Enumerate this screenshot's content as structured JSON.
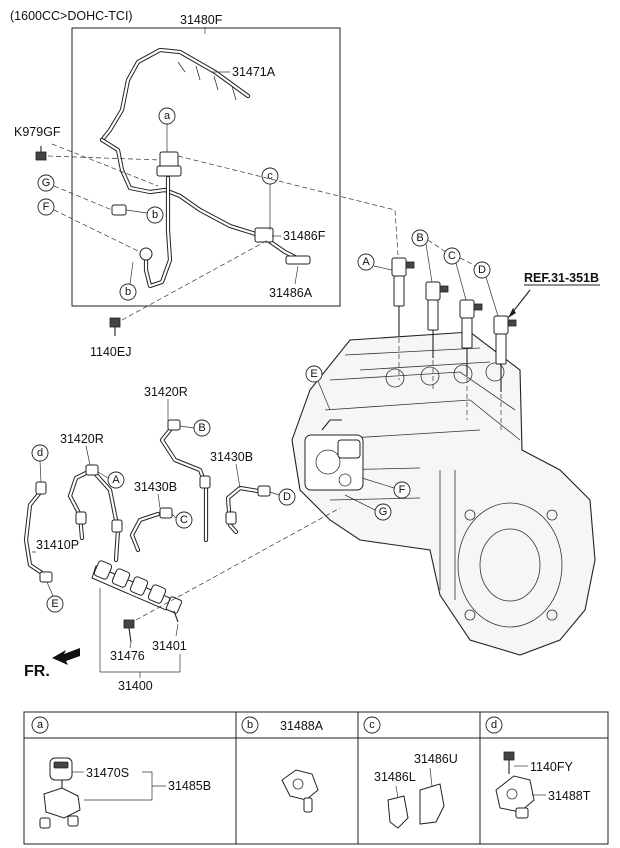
{
  "header": {
    "title": "(1600CC>DOHC-TCI)"
  },
  "labels": {
    "p31480F": "31480F",
    "p31471A": "31471A",
    "pK979GF": "K979GF",
    "p31486F": "31486F",
    "p31486A": "31486A",
    "p1140EJ": "1140EJ",
    "ref": "REF.31-351B",
    "p31420R_top": "31420R",
    "p31420R_left": "31420R",
    "p31430B_right": "31430B",
    "p31430B_left": "31430B",
    "p31410P": "31410P",
    "p31476": "31476",
    "p31401": "31401",
    "p31400": "31400",
    "fr": "FR."
  },
  "callouts": {
    "a": "a",
    "b": "b",
    "c": "c",
    "d": "d",
    "A": "A",
    "B": "B",
    "C": "C",
    "D": "D",
    "E": "E",
    "F": "F",
    "G": "G"
  },
  "legend": {
    "a": {
      "key": "a",
      "parts": [
        "31470S",
        "31485B"
      ]
    },
    "b": {
      "key": "b",
      "parts": [
        "31488A"
      ]
    },
    "c": {
      "key": "c",
      "parts": [
        "31486U",
        "31486L"
      ]
    },
    "d": {
      "key": "d",
      "parts": [
        "1140FY",
        "31488T"
      ]
    }
  }
}
